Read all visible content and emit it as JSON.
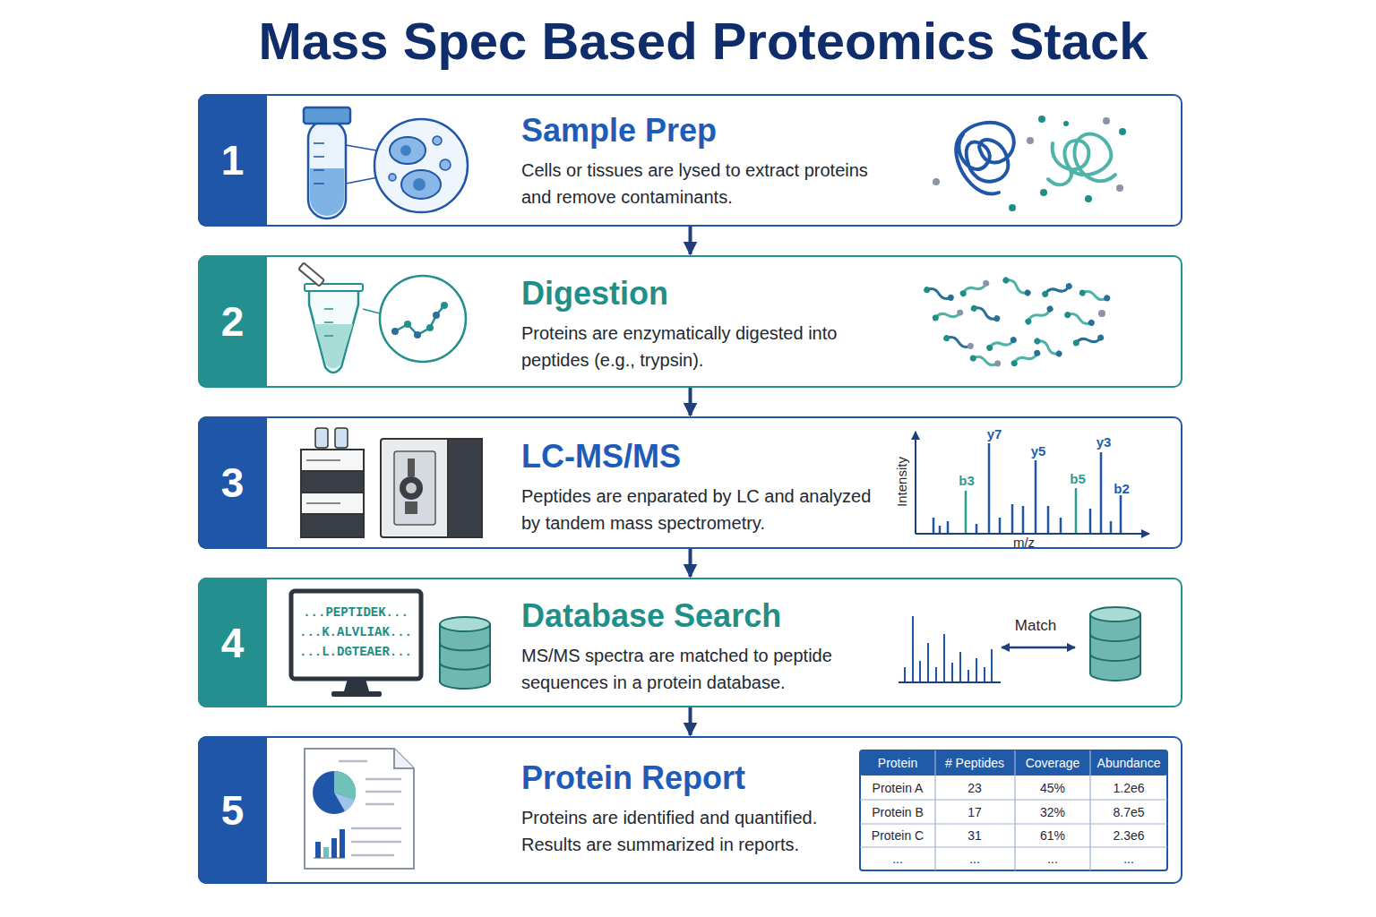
{
  "diagram": {
    "title": "Mass Spec Based Proteomics Stack",
    "nodes": [
      {
        "text": [
          "1",
          "Sample Prep",
          "Cells or tissues are lysed to extract proteins and remove contaminants."
        ]
      },
      {
        "text": [
          "2",
          "Digestion",
          "Proteins are enzymatically digested into peptides (e.g., trypsin)."
        ]
      },
      {
        "text": [
          "3",
          "LC-MS/MS",
          "Peptides are enparated by LC and analyzed by tandem mass spectrometry."
        ]
      },
      {
        "text": [
          "4",
          "Database Search",
          "MS/MS spectra are matched to peptide sequences in a protein database."
        ]
      },
      {
        "text": [
          "5",
          "Protein Report",
          "Proteins are identified and quantified. Results are summarized in reports."
        ]
      }
    ],
    "edges": [
      {
        "from": 0,
        "to": 1,
        "arrow": "to"
      },
      {
        "from": 1,
        "to": 2,
        "arrow": "to"
      },
      {
        "from": 2,
        "to": 3,
        "arrow": "to"
      },
      {
        "from": 3,
        "to": 4,
        "arrow": "to"
      }
    ],
    "labels": [
      "...PEPTIDEK...",
      "...K.ALVLIAK...",
      "...L.DGTEAER...",
      "Intensity",
      "m/z",
      "y7",
      "y5",
      "b3",
      "b5",
      "y3",
      "b2",
      "Match",
      "Protein",
      "# Peptides",
      "Coverage",
      "Abundance",
      "Protein A",
      "23",
      "45%",
      "1.2e6",
      "Protein B",
      "17",
      "32%",
      "8.7e5",
      "Protein C",
      "31",
      "61%",
      "2.3e6",
      "...",
      "...",
      "...",
      "..."
    ]
  }
}
